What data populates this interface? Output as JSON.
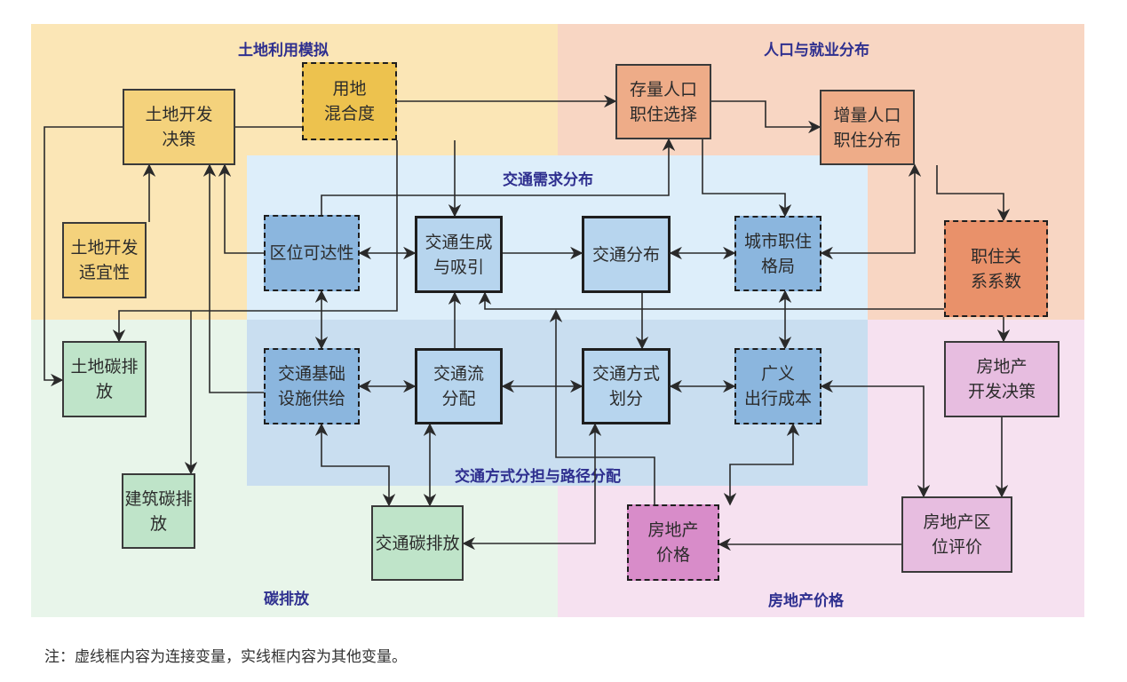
{
  "colors": {
    "land_region": "#fbe6b6",
    "population_region": "#f8d6c3",
    "carbon_region": "#e8f5ea",
    "realestate_region": "#f6e1f0",
    "demand_region": "#ddeefa",
    "mode_region": "#c9def0",
    "land_box": "#f4d27c",
    "land_mix_box": "#edc24e",
    "population_box": "#eeac88",
    "jobhousing_coef_box": "#e9916a",
    "carbon_box": "#bfe4c9",
    "transport_box": "#b7d5ee",
    "transport_link_box": "#8bb6de",
    "realestate_box": "#e7bde0",
    "realestate_price_box": "#d88cc9",
    "title_text": "#2e2f8f",
    "line": "#2a2a2a"
  },
  "regions": {
    "land_use": {
      "title": "土地利用模拟"
    },
    "population": {
      "title": "人口与就业分布"
    },
    "demand": {
      "title": "交通需求分布"
    },
    "mode": {
      "title": "交通方式分担与路径分配"
    },
    "carbon": {
      "title": "碳排放"
    },
    "realestate": {
      "title": "房地产价格"
    }
  },
  "boxes": {
    "land_dev_decision": {
      "label": "土地开发\n决策",
      "style": "solid"
    },
    "land_mix": {
      "label": "用地\n混合度",
      "style": "dashed"
    },
    "stock_population": {
      "label": "存量人口\n职住选择",
      "style": "solid"
    },
    "incremental_population": {
      "label": "增量人口\n职住分布",
      "style": "solid"
    },
    "land_suitability": {
      "label": "土地开发\n适宜性",
      "style": "solid"
    },
    "accessibility": {
      "label": "区位可达性",
      "style": "dashed"
    },
    "trip_generation": {
      "label": "交通生成\n与吸引",
      "style": "bold"
    },
    "trip_distribution": {
      "label": "交通分布",
      "style": "bold"
    },
    "jobhousing_pattern": {
      "label": "城市职住\n格局",
      "style": "dashed"
    },
    "jobhousing_coef": {
      "label": "职住关\n系系数",
      "style": "dashed"
    },
    "land_carbon": {
      "label": "土地碳排放",
      "style": "solid"
    },
    "infrastructure": {
      "label": "交通基础\n设施供给",
      "style": "dashed"
    },
    "traffic_assignment": {
      "label": "交通流\n分配",
      "style": "bold"
    },
    "mode_split": {
      "label": "交通方式\n划分",
      "style": "bold"
    },
    "generalized_cost": {
      "label": "广义\n出行成本",
      "style": "dashed"
    },
    "realestate_decision": {
      "label": "房地产\n开发决策",
      "style": "solid"
    },
    "building_carbon": {
      "label": "建筑碳排放",
      "style": "solid"
    },
    "transport_carbon": {
      "label": "交通碳排放",
      "style": "solid"
    },
    "realestate_price": {
      "label": "房地产\n价格",
      "style": "dashed"
    },
    "realestate_location": {
      "label": "房地产区\n位评价",
      "style": "solid"
    }
  },
  "note": "注：虚线框内容为连接变量，实线框内容为其他变量。"
}
